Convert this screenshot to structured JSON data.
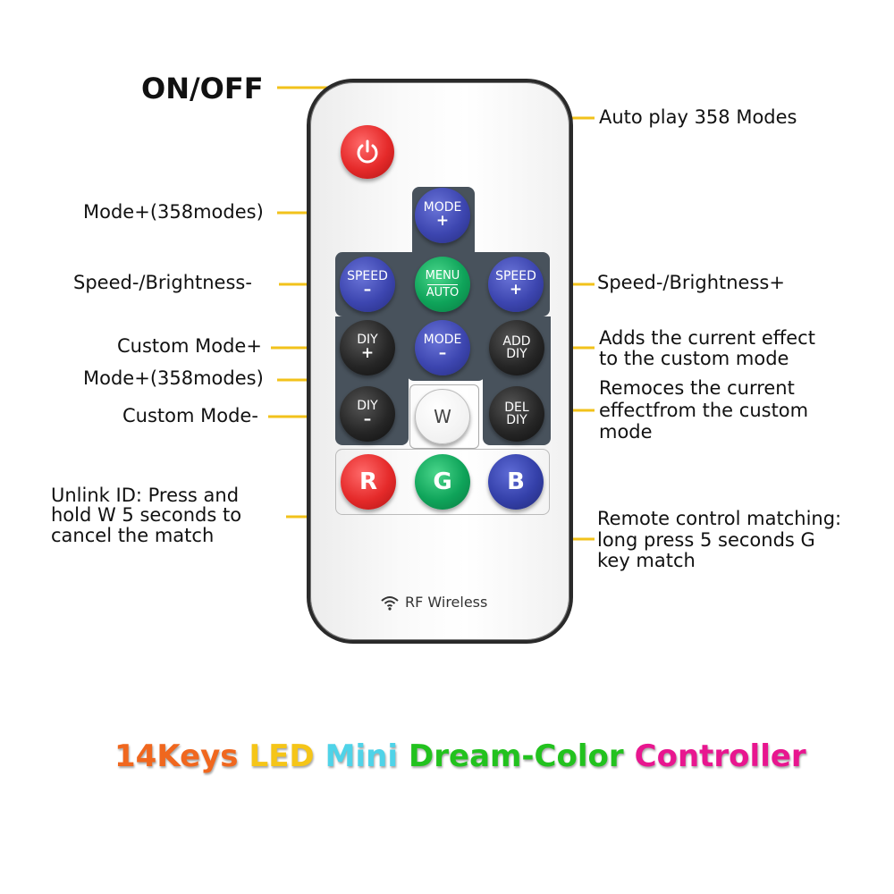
{
  "remote": {
    "power_label": "ON/OFF",
    "buttons": {
      "mode_plus": {
        "line1": "MODE",
        "line2": "+"
      },
      "speed_minus": {
        "line1": "SPEED",
        "line2": "–"
      },
      "menu_auto": {
        "line1": "MENU",
        "line2": "AUTO"
      },
      "speed_plus": {
        "line1": "SPEED",
        "line2": "+"
      },
      "diy_plus": {
        "line1": "DIY",
        "line2": "+"
      },
      "mode_minus": {
        "line1": "MODE",
        "line2": "–"
      },
      "add_diy": {
        "line1": "ADD",
        "line2": "DIY"
      },
      "diy_minus": {
        "line1": "DIY",
        "line2": "–"
      },
      "w": "W",
      "del_diy": {
        "line1": "DEL",
        "line2": "DIY"
      },
      "r": "R",
      "g": "G",
      "b": "B"
    },
    "rf_label": "RF Wireless"
  },
  "annotations": {
    "on_off": "ON/OFF",
    "auto_play": "Auto play 358 Modes",
    "mode_plus": "Mode+(358modes)",
    "speed_brightness_minus": "Speed-/Brightness-",
    "speed_brightness_plus": "Speed-/Brightness+",
    "custom_mode_plus": "Custom Mode+",
    "mode_minus_label": "Mode+(358modes)",
    "custom_mode_minus": "Custom Mode-",
    "adds_effect": "Adds the current effect\nto the custom mode",
    "removes_effect": "Remoces the current\neffectfrom the custom\nmode",
    "unlink_id": "Unlink ID: Press and\nhold W 5 seconds to\ncancel the match",
    "matching": "Remote control matching:\nlong press 5 seconds G\nkey match"
  },
  "banner": {
    "words": [
      {
        "text": "14Keys",
        "color": "#f0671e"
      },
      {
        "text": "LED",
        "color": "#f5c518"
      },
      {
        "text": "Mini",
        "color": "#4fd3e8"
      },
      {
        "text": "Dream-Color",
        "color": "#22c21e"
      },
      {
        "text": "Controller",
        "color": "#e8168f"
      }
    ]
  },
  "colors": {
    "leader": "#f2c21b",
    "panel": "#48525c"
  }
}
